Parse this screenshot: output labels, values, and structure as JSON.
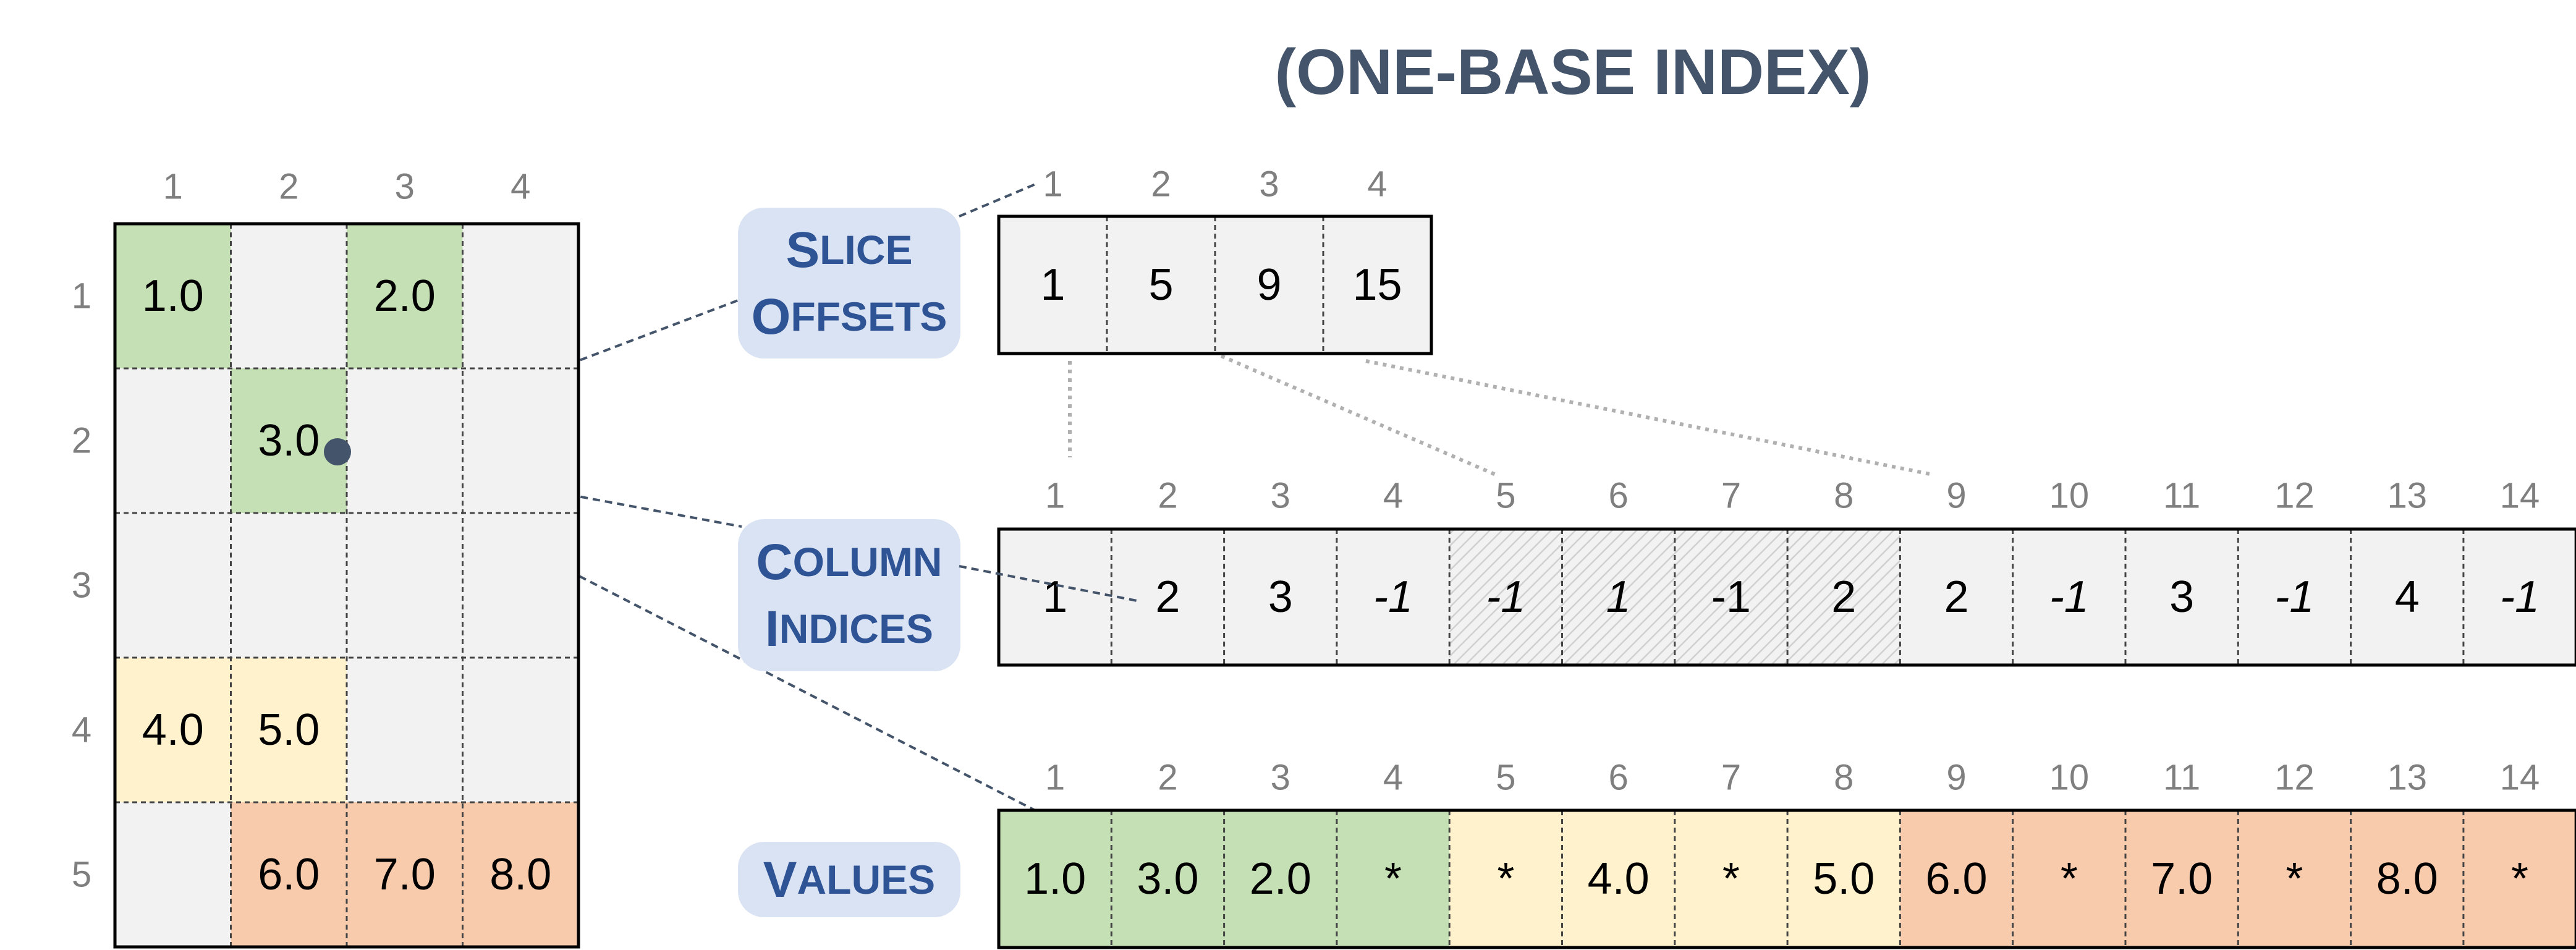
{
  "title": "(ONE-BASE INDEX)",
  "colors": {
    "green": "#c5e0b4",
    "yellow": "#fff2cc",
    "orange": "#f8cbad",
    "empty": "#f2f2f2",
    "label_bg": "#dae3f3",
    "label_text": "#2f5496",
    "index_text": "#7f7f7f",
    "title_text": "#44546a",
    "connector": "#44546a",
    "dotted": "#b0b0b0"
  },
  "matrix": {
    "col_headers": [
      "1",
      "2",
      "3",
      "4"
    ],
    "row_headers": [
      "1",
      "2",
      "3",
      "4",
      "5"
    ],
    "cells": [
      [
        {
          "v": "1.0",
          "c": "green"
        },
        {
          "v": "",
          "c": "empty"
        },
        {
          "v": "2.0",
          "c": "green"
        },
        {
          "v": "",
          "c": "empty"
        }
      ],
      [
        {
          "v": "",
          "c": "empty"
        },
        {
          "v": "3.0",
          "c": "green"
        },
        {
          "v": "",
          "c": "empty"
        },
        {
          "v": "",
          "c": "empty"
        }
      ],
      [
        {
          "v": "",
          "c": "empty"
        },
        {
          "v": "",
          "c": "empty"
        },
        {
          "v": "",
          "c": "empty"
        },
        {
          "v": "",
          "c": "empty"
        }
      ],
      [
        {
          "v": "4.0",
          "c": "yellow"
        },
        {
          "v": "5.0",
          "c": "yellow"
        },
        {
          "v": "",
          "c": "empty"
        },
        {
          "v": "",
          "c": "empty"
        }
      ],
      [
        {
          "v": "",
          "c": "empty"
        },
        {
          "v": "6.0",
          "c": "orange"
        },
        {
          "v": "7.0",
          "c": "orange"
        },
        {
          "v": "8.0",
          "c": "orange"
        }
      ]
    ]
  },
  "labels": {
    "slice_offsets": [
      "Slice",
      "Offsets"
    ],
    "column_indices": [
      "Column",
      "Indices"
    ],
    "values": [
      "Values"
    ]
  },
  "slice_offsets": {
    "indices": [
      "1",
      "2",
      "3",
      "4"
    ],
    "values": [
      "1",
      "5",
      "9",
      "15"
    ]
  },
  "column_indices": {
    "indices": [
      "1",
      "2",
      "3",
      "4",
      "5",
      "6",
      "7",
      "8",
      "9",
      "10",
      "11",
      "12",
      "13",
      "14"
    ],
    "cells": [
      {
        "v": "1",
        "italic": false,
        "hatched": false
      },
      {
        "v": "2",
        "italic": false,
        "hatched": false
      },
      {
        "v": "3",
        "italic": false,
        "hatched": false
      },
      {
        "v": "-1",
        "italic": true,
        "hatched": false
      },
      {
        "v": "-1",
        "italic": true,
        "hatched": true
      },
      {
        "v": "1",
        "italic": true,
        "hatched": true
      },
      {
        "v": "-1",
        "italic": false,
        "hatched": true
      },
      {
        "v": "2",
        "italic": false,
        "hatched": true
      },
      {
        "v": "2",
        "italic": false,
        "hatched": false
      },
      {
        "v": "-1",
        "italic": true,
        "hatched": false
      },
      {
        "v": "3",
        "italic": false,
        "hatched": false
      },
      {
        "v": "-1",
        "italic": true,
        "hatched": false
      },
      {
        "v": "4",
        "italic": false,
        "hatched": false
      },
      {
        "v": "-1",
        "italic": true,
        "hatched": false
      }
    ]
  },
  "values_array": {
    "indices": [
      "1",
      "2",
      "3",
      "4",
      "5",
      "6",
      "7",
      "8",
      "9",
      "10",
      "11",
      "12",
      "13",
      "14"
    ],
    "cells": [
      {
        "v": "1.0",
        "c": "green"
      },
      {
        "v": "3.0",
        "c": "green"
      },
      {
        "v": "2.0",
        "c": "green"
      },
      {
        "v": "*",
        "c": "green"
      },
      {
        "v": "*",
        "c": "yellow"
      },
      {
        "v": "4.0",
        "c": "yellow"
      },
      {
        "v": "*",
        "c": "yellow"
      },
      {
        "v": "5.0",
        "c": "yellow"
      },
      {
        "v": "6.0",
        "c": "orange"
      },
      {
        "v": "*",
        "c": "orange"
      },
      {
        "v": "7.0",
        "c": "orange"
      },
      {
        "v": "*",
        "c": "orange"
      },
      {
        "v": "8.0",
        "c": "orange"
      },
      {
        "v": "*",
        "c": "orange"
      }
    ]
  }
}
